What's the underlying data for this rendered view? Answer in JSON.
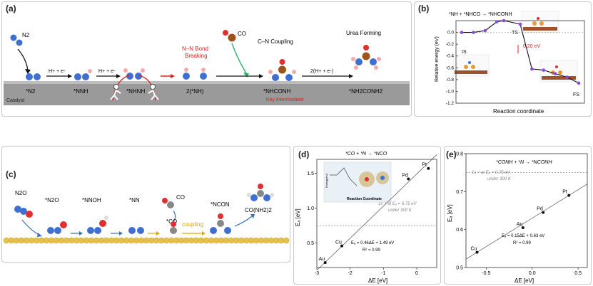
{
  "panel_a": {
    "label": "(a)",
    "species": [
      "N2",
      "*N2",
      "*NNH",
      "*NHNH",
      "2(*NH)",
      "*NHCONH",
      "*NH2CONH2"
    ],
    "arrows": [
      "H+ + e-",
      "H+ + e-",
      "2(H+ + e-)"
    ],
    "captions": {
      "breaking": "N–N Bond\nBreaking",
      "coupling": "C–N Coupling",
      "urea": "Urea Forming",
      "key": "Key Intermediate",
      "co": "CO"
    },
    "catalyst": "Catalyst",
    "colors": {
      "nitrogen": "#3f6fcf",
      "hydrogen": "#f4aaaa",
      "carbon": "#a0521c",
      "oxygen": "#e03030",
      "red": "#e02020",
      "green": "#27b36a"
    }
  },
  "panel_b": {
    "label": "(b)",
    "reaction": "*NH + *NHCO → *NHCONH",
    "xlabel": "Reaction coordinate",
    "ylabel": "Relative energy (eV)",
    "labels": {
      "is": "IS",
      "ts": "TS",
      "fs": "FS",
      "barrier": "0.20 eV"
    },
    "chart_data": {
      "type": "line",
      "title": "*NH + *NHCO → *NHCONH",
      "xlabel": "Reaction coordinate",
      "ylabel": "Relative energy (eV)",
      "ylim": [
        -1.2,
        0.2
      ],
      "yticks": [
        0.0,
        -0.2,
        -0.4,
        -0.6,
        -0.8,
        -1.0,
        -1.2
      ],
      "points": [
        {
          "x": 0.0,
          "y": 0.0
        },
        {
          "x": 1.0,
          "y": 0.0
        },
        {
          "x": 2.0,
          "y": 0.03
        },
        {
          "x": 3.0,
          "y": 0.18
        },
        {
          "x": 3.6,
          "y": 0.2
        },
        {
          "x": 5.0,
          "y": 0.14
        },
        {
          "x": 6.0,
          "y": -0.62
        },
        {
          "x": 7.0,
          "y": -0.64
        },
        {
          "x": 8.0,
          "y": -0.7
        },
        {
          "x": 9.0,
          "y": -0.76
        },
        {
          "x": 10.0,
          "y": -0.86
        }
      ]
    }
  },
  "panel_c": {
    "label": "(c)",
    "species": [
      "N2O",
      "*N2O",
      "*NNOH",
      "*NN",
      "*CO",
      "*NCON",
      "CO(NH2)2"
    ],
    "co": "CO",
    "coupling": "coupling"
  },
  "panel_d": {
    "label": "(d)",
    "reaction": "*CO + *N → *NCO",
    "annotation_line1": "1s⁻¹ at Eₐ = 0.75 eV",
    "annotation_line2": "under 300 K",
    "fit": "Eₐ = 0.46ΔE + 1.49 eV",
    "r2": "R² = 0.99",
    "xlabel": "ΔE [eV]",
    "ylabel": "Eₐ [eV]",
    "inset_xlabel": "Reaction Coordinate",
    "inset_ylabel": "Energy(eV)",
    "chart_data": {
      "type": "scatter",
      "title": "*CO + *N → *NCO",
      "xlabel": "ΔE [eV]",
      "ylabel": "Eₐ [eV]",
      "xlim": [
        -3.0,
        0.6
      ],
      "ylim": [
        0.15,
        1.7
      ],
      "xticks": [
        -3,
        -2,
        -1,
        0
      ],
      "yticks": [
        0.5,
        1.0,
        1.5
      ],
      "reference_line": 0.75,
      "fit": {
        "slope": 0.46,
        "intercept": 1.49
      },
      "points": [
        {
          "label": "Au",
          "x": -2.75,
          "y": 0.22
        },
        {
          "label": "Cu",
          "x": -2.25,
          "y": 0.46
        },
        {
          "label": "Pd",
          "x": -0.25,
          "y": 1.42
        },
        {
          "label": "Pt",
          "x": 0.35,
          "y": 1.57
        }
      ]
    }
  },
  "panel_e": {
    "label": "(e)",
    "reaction": "*CONH + *N → *NCONH",
    "annotation_line1": "1s⁻¹ at Eₐ = 0.75 eV",
    "annotation_line2": "under 300 K",
    "fit": "Eₐ = 0.15ΔE + 0.63 eV",
    "r2": "R² = 0.99",
    "xlabel": "ΔE [eV]",
    "ylabel": "Eₐ [eV]",
    "chart_data": {
      "type": "scatter",
      "title": "*CONH + *N → *NCONH",
      "xlabel": "ΔE [eV]",
      "ylabel": "Eₐ [eV]",
      "xlim": [
        -0.72,
        0.6
      ],
      "ylim": [
        0.5,
        0.8
      ],
      "xticks": [
        -0.5,
        0.0,
        0.5
      ],
      "yticks": [
        0.5,
        0.6,
        0.7,
        0.8
      ],
      "reference_line": 0.75,
      "fit": {
        "slope": 0.15,
        "intercept": 0.63
      },
      "points": [
        {
          "label": "Cu",
          "x": -0.6,
          "y": 0.54
        },
        {
          "label": "Au",
          "x": -0.1,
          "y": 0.605
        },
        {
          "label": "Pd",
          "x": 0.12,
          "y": 0.645
        },
        {
          "label": "Pt",
          "x": 0.4,
          "y": 0.69
        }
      ]
    }
  }
}
